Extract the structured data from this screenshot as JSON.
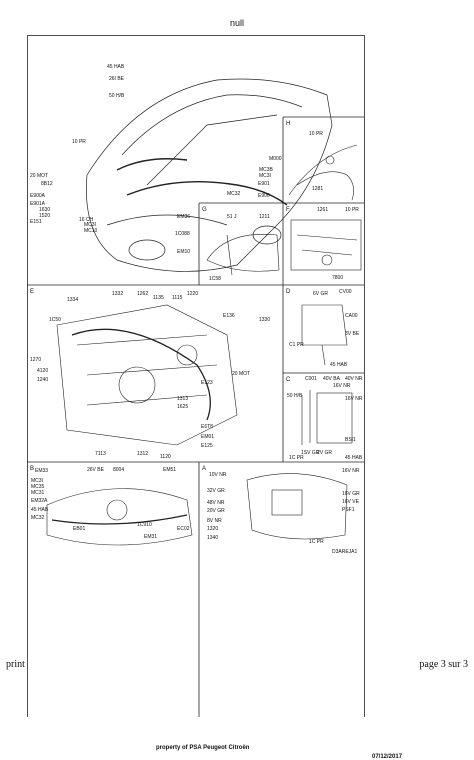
{
  "page_title": "null",
  "footer": {
    "owner": "property of PSA Peugeot Citroën",
    "date": "07/12/2017",
    "print_label": "print",
    "page_label": "page 3 sur 3"
  },
  "diagram_code": "D3AREJA1",
  "panels": {
    "main": {
      "letter": "",
      "labels": [
        "45 HAB",
        "26I BE",
        "50 H/B",
        "10 PR",
        "20 MOT",
        "8B12",
        "M000",
        "MC3B",
        "MC3I",
        "MC32",
        "E901",
        "E900",
        "E900A",
        "E901A",
        "16 CH",
        "MC3I",
        "MC10",
        "1C088",
        "EM10",
        "EM36",
        "E151",
        "1630",
        "1520"
      ]
    },
    "H": {
      "letter": "H",
      "labels": [
        "10 PR",
        "1281"
      ]
    },
    "G": {
      "letter": "G",
      "labels": [
        "51 J",
        "1211",
        "1C58"
      ]
    },
    "F": {
      "letter": "F",
      "labels": [
        "1261",
        "10 PR",
        "7800"
      ]
    },
    "E": {
      "letter": "E",
      "labels": [
        "1334",
        "1332",
        "1262",
        "1135",
        "1115",
        "1220",
        "1C50",
        "E136",
        "1330",
        "1270",
        "4120",
        "1240",
        "7113",
        "1312",
        "1120",
        "1313",
        "1625",
        "20 MOT",
        "E123",
        "E6T8",
        "EM01",
        "E125"
      ]
    },
    "D": {
      "letter": "D",
      "labels": [
        "6V GR",
        "CV00",
        "CA00",
        "3V BE",
        "C1 PR",
        "45 HAB"
      ]
    },
    "C": {
      "letter": "C",
      "labels": [
        "C001",
        "40V BA",
        "40V NR",
        "16V NR",
        "50 H/B",
        "16V NR",
        "1C PR",
        "1SV GR",
        "2V GR",
        "45 HAB",
        "BSI1"
      ]
    },
    "B": {
      "letter": "B",
      "labels": [
        "EM33",
        "26V BE",
        "8004",
        "EM51",
        "MC3I",
        "MC35",
        "MC31",
        "EM32A",
        "45 HAB",
        "MC32",
        "EB01",
        "EC02",
        "1C910",
        "EM31"
      ]
    },
    "A": {
      "letter": "A",
      "labels": [
        "10V NR",
        "32V GR",
        "48V NR",
        "20V GR",
        "8V NR",
        "1320",
        "1340",
        "16V NR",
        "16V GR",
        "16V VE",
        "PSF1",
        "1C PR"
      ]
    }
  }
}
